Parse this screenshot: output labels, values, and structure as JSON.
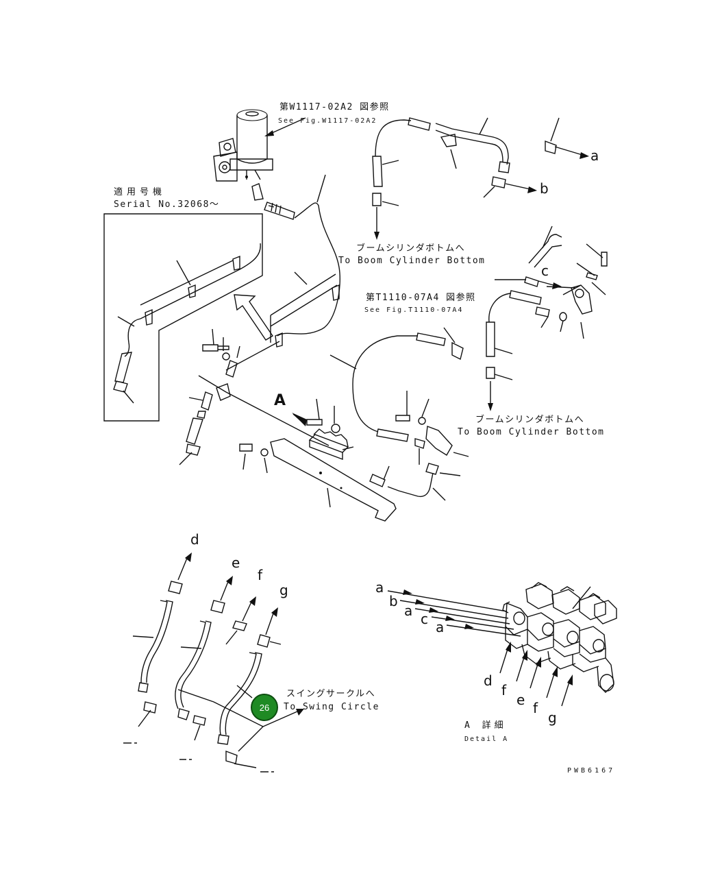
{
  "labels": {
    "ref_w1117_jp": "第W1117-02A2 図参照",
    "ref_w1117_en": "See Fig.W1117-02A2",
    "serial_jp": "適用号機",
    "serial_en": "Serial No.32068～",
    "boom_jp_1": "ブームシリンダボトムへ",
    "boom_en_1": "To Boom Cylinder Bottom",
    "ref_t1110_jp": "第T1110-07A4 図参照",
    "ref_t1110_en": "See Fig.T1110-07A4",
    "boom_jp_2": "ブームシリンダボトムへ",
    "boom_en_2": "To Boom Cylinder Bottom",
    "swing_jp": "スイングサークルへ",
    "swing_en": "To Swing Circle",
    "detail_jp": "A 詳細",
    "detail_en": "Detail A",
    "drawing_code": "PWB6167",
    "view_marker": "A",
    "badge_number": "26"
  },
  "letters": {
    "a1": "a",
    "b1": "b",
    "c1": "c",
    "d_top": "d",
    "e_top": "e",
    "f_top": "f",
    "g_top": "g",
    "detail_a1": "a",
    "detail_b": "b",
    "detail_a2": "a",
    "detail_c": "c",
    "detail_a3": "a",
    "detail_d": "d",
    "detail_f1": "f",
    "detail_e": "e",
    "detail_f2": "f",
    "detail_g": "g"
  },
  "colors": {
    "badge": "#1f8a24",
    "ink": "#111111"
  }
}
